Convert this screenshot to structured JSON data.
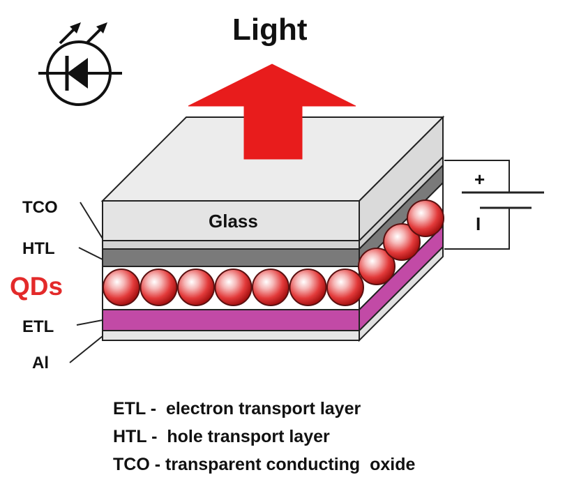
{
  "title": "Light",
  "glass_label": "Glass",
  "layer_labels": {
    "tco": "TCO",
    "htl": "HTL",
    "qds": "QDs",
    "etl": "ETL",
    "al": "Al"
  },
  "battery": {
    "plus": "+",
    "minus": "I"
  },
  "legend": [
    {
      "abbr": "ETL -",
      "text": "electron transport layer"
    },
    {
      "abbr": "HTL -",
      "text": "hole transport layer"
    },
    {
      "abbr": "TCO -",
      "text": "transparent conducting  oxide"
    }
  ],
  "colors": {
    "glass_top": "#e8e8e8",
    "glass_front": "#dcdcdc",
    "htl": "#7a7a7a",
    "etl": "#c24aa6",
    "qd": "#e23a3a",
    "arrow": "#e81c1c"
  }
}
